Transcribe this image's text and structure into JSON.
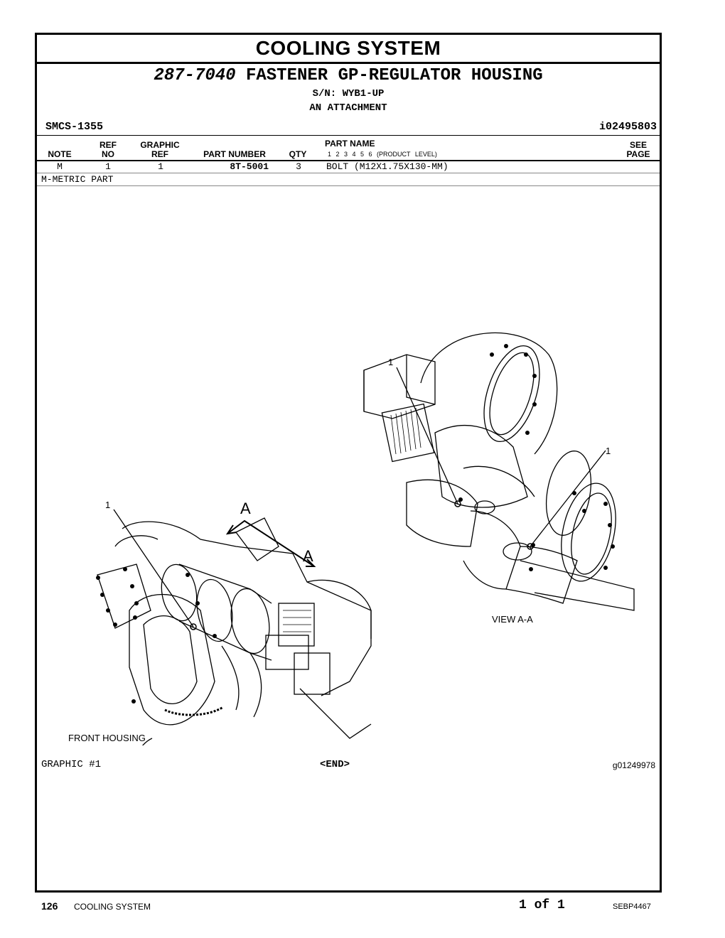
{
  "title": "COOLING SYSTEM",
  "subtitle": {
    "part_number": "287-7040",
    "name": "FASTENER GP-REGULATOR HOUSING"
  },
  "serial": "S/N: WYB1-UP",
  "attachment": "AN ATTACHMENT",
  "smcs": "SMCS-1355",
  "illustration_id": "i02495803",
  "table": {
    "headers": {
      "note": "NOTE",
      "ref_no_1": "REF",
      "ref_no_2": "NO",
      "graphic_ref_1": "GRAPHIC",
      "graphic_ref_2": "REF",
      "part_number": "PART NUMBER",
      "qty": "QTY",
      "part_name": "PART NAME",
      "levels": "1 2 3 4 5 6 (PRODUCT LEVEL)",
      "see_page_1": "SEE",
      "see_page_2": "PAGE"
    },
    "rows": [
      {
        "note": "M",
        "ref_no": "1",
        "graphic_ref": "1",
        "part_number": "8T-5001",
        "qty": "3",
        "part_name": "BOLT (M12X1.75X130-MM)",
        "see_page": ""
      }
    ]
  },
  "footnote": "M-METRIC PART",
  "figure": {
    "callout_left": "1",
    "callout_top_right": "1",
    "callout_right": "1",
    "section_a_top": "A",
    "section_a_bottom": "A",
    "view_label": "VIEW A-A",
    "front_label": "FRONT HOUSING"
  },
  "graphic_label": "GRAPHIC #1",
  "end_label": "<END>",
  "graphic_id": "g01249978",
  "footer": {
    "page_number": "126",
    "section": "COOLING SYSTEM",
    "page_of": "1 of 1",
    "doc_id": "SEBP4467"
  }
}
